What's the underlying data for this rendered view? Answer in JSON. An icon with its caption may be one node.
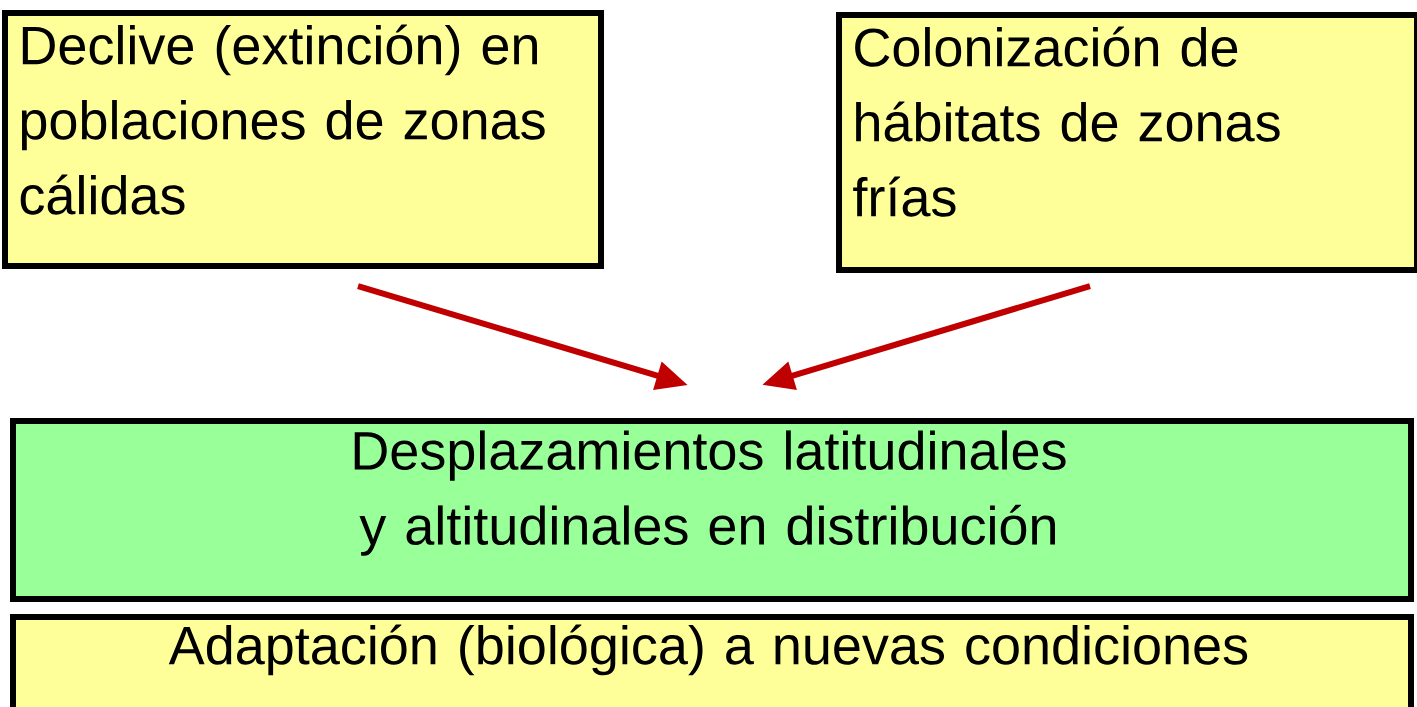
{
  "diagram": {
    "nodes": [
      {
        "text": [
          "Declive (extinción) en poblaciones de zonas cálidas"
        ]
      },
      {
        "text": [
          "Colonización de hábitats de zonas frías"
        ]
      },
      {
        "text": [
          "Desplazamientos latitudinales y altitudinales en distribución"
        ]
      },
      {
        "text": [
          "Adaptación (biológica) a nuevas condiciones"
        ]
      }
    ],
    "edges": [
      {
        "from": 0,
        "to": 2,
        "arrow": "to"
      },
      {
        "from": 1,
        "to": 2,
        "arrow": "to"
      }
    ]
  }
}
